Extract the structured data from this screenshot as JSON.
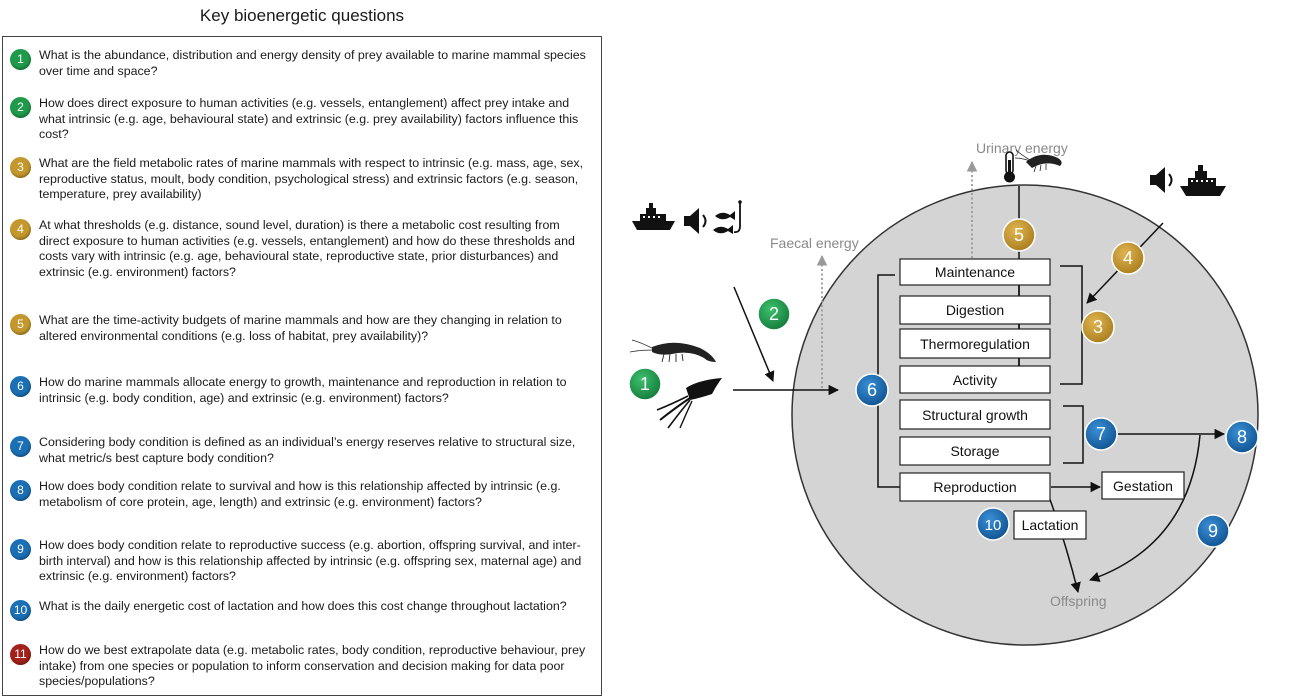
{
  "panel_title": "Key bioenergetic questions",
  "colors": {
    "green": "#1f9a4a",
    "gold": "#c4982c",
    "blue": "#1a6fb5",
    "red": "#a3211a",
    "ellipse_fill": "#d4d4d4",
    "grey_text": "#8a8a8a"
  },
  "questions": [
    {
      "num": "1",
      "color": "green",
      "text": "What is the abundance, distribution and energy density of prey available to marine mammal species over time and space?"
    },
    {
      "num": "2",
      "color": "green",
      "text": "How does direct exposure to human activities (e.g. vessels, entanglement) affect prey intake and what intrinsic (e.g. age, behavioural state) and extrinsic (e.g. prey availability) factors influence this cost?"
    },
    {
      "num": "3",
      "color": "gold",
      "text": "What are the field metabolic rates of marine mammals with respect to intrinsic (e.g. mass, age, sex, reproductive status, moult, body condition, psychological stress) and extrinsic factors (e.g. season, temperature, prey availability)"
    },
    {
      "num": "4",
      "color": "gold",
      "text": "At what thresholds (e.g. distance, sound level, duration) is there a metabolic cost resulting from direct exposure to human activities (e.g. vessels, entanglement) and how do these thresholds and costs vary with intrinsic (e.g. age, behavioural state, reproductive state, prior disturbances) and extrinsic (e.g. environment) factors?"
    },
    {
      "num": "5",
      "color": "gold",
      "text": "What are the time-activity budgets of marine mammals and how are they changing in relation to altered environmental conditions (e.g. loss of habitat, prey availability)?"
    },
    {
      "num": "6",
      "color": "blue",
      "text": "How do marine mammals allocate energy to growth, maintenance and reproduction in relation to intrinsic (e.g. body condition, age) and extrinsic (e.g. environment) factors?"
    },
    {
      "num": "7",
      "color": "blue",
      "text": "Considering body condition is defined as an individual’s energy reserves relative to structural size, what metric/s best capture body condition?"
    },
    {
      "num": "8",
      "color": "blue",
      "text": "How does body condition relate to survival and how is this relationship affected by intrinsic (e.g. metabolism of core protein, age, length) and extrinsic (e.g. environment) factors?"
    },
    {
      "num": "9",
      "color": "blue",
      "text": "How does body condition relate to reproductive success (e.g. abortion, offspring survival, and inter-birth interval) and how is this relationship affected by intrinsic (e.g. offspring sex, maternal age) and extrinsic (e.g. environment) factors?"
    },
    {
      "num": "10",
      "color": "blue",
      "text": "What is the daily energetic cost of lactation and how does this cost change throughout lactation?"
    },
    {
      "num": "11",
      "color": "red",
      "text": "How do we best extrapolate data (e.g. metabolic rates, body condition, reproductive behaviour, prey intake) from one species or population to inform conservation and decision making for data poor species/populations?"
    }
  ],
  "diagram": {
    "urinary_label": "Urinary energy",
    "faecal_label": "Faecal energy",
    "offspring_label": "Offspring",
    "boxes": {
      "maintenance": "Maintenance",
      "digestion": "Digestion",
      "thermoregulation": "Thermoregulation",
      "activity": "Activity",
      "structural_growth": "Structural growth",
      "storage": "Storage",
      "reproduction": "Reproduction",
      "gestation": "Gestation",
      "lactation": "Lactation"
    },
    "markers": {
      "m1": "1",
      "m2": "2",
      "m3": "3",
      "m4": "4",
      "m5": "5",
      "m6": "6",
      "m7": "7",
      "m8": "8",
      "m9": "9",
      "m10": "10"
    },
    "icons": [
      "ship-icon",
      "speaker-icon",
      "fish-hook-icon",
      "thermometer-icon",
      "shrimp-icon",
      "squid-icon"
    ]
  }
}
